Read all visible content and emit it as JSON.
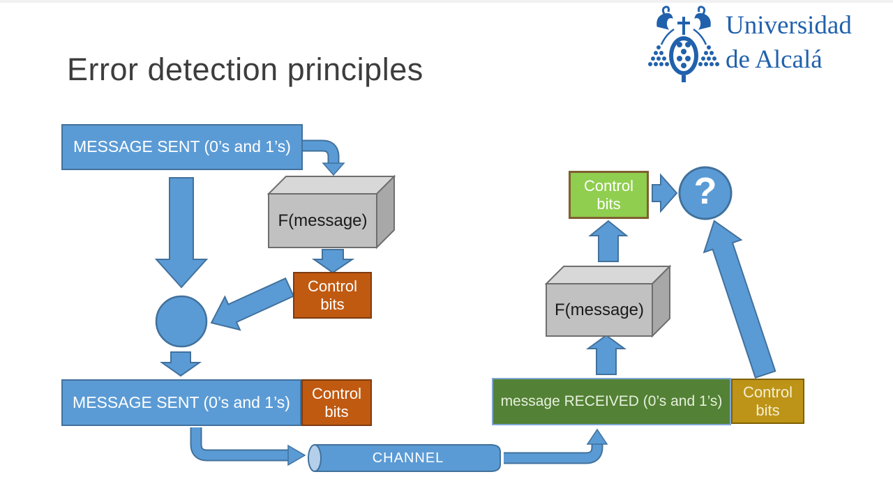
{
  "slide": {
    "title": "Error detection principles",
    "logo": {
      "line1": "Universidad",
      "line2": "de Alcalá"
    }
  },
  "diagram": {
    "message_sent_top": "MESSAGE SENT (0’s and 1’s)",
    "f_message_left": "F(message)",
    "control_bits_left": "Control bits",
    "message_sent_bottom": "MESSAGE SENT (0’s and 1’s)",
    "control_bits_sent": "Control bits",
    "channel_label": "CHANNEL",
    "message_received": "message RECEIVED (0’s and 1’s)",
    "control_bits_received": "Control bits",
    "f_message_right": "F(message)",
    "control_bits_computed": "Control bits",
    "comparison_question": "?"
  },
  "colors": {
    "accent_blue": "#5B9BD5",
    "accent_blue_border": "#41719C",
    "orange": "#C05A11",
    "dark_green": "#538135",
    "light_green": "#8FCE4E",
    "gold": "#BD9418",
    "gray_box": "#C1C1C1",
    "logo_blue": "#2161AC"
  }
}
